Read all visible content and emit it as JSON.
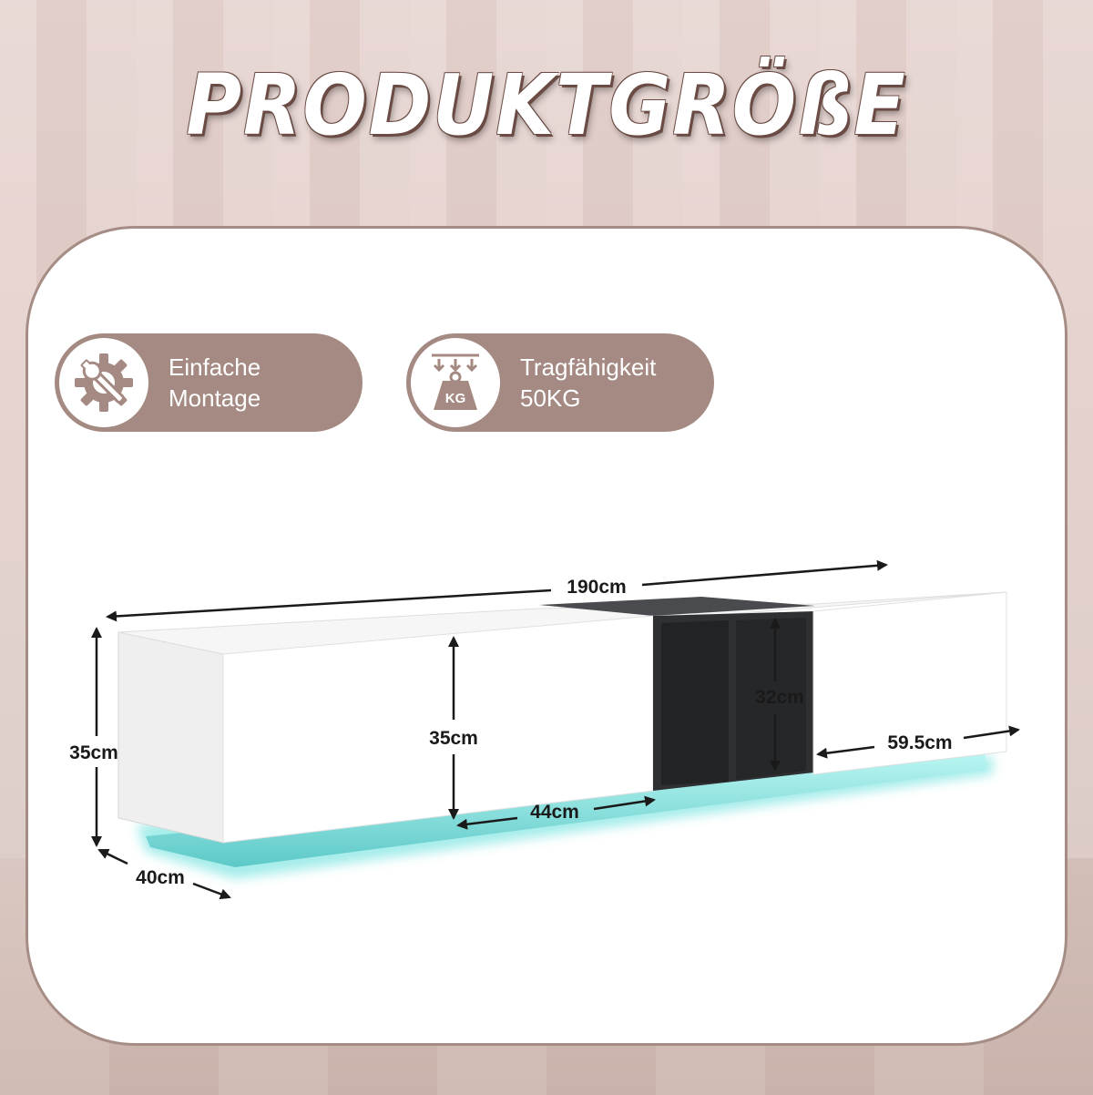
{
  "title": "PRODUKTGRÖßE",
  "features": [
    {
      "icon": "gear-wrench-icon",
      "line1": "Einfache",
      "line2": "Montage"
    },
    {
      "icon": "weight-kg-icon",
      "line1": "Tragfähigkeit",
      "line2": "50KG",
      "badge_text": "KG"
    }
  ],
  "dimensions": {
    "total_length": "190cm",
    "height": "35cm",
    "inner_height": "35cm",
    "compartment_height": "32cm",
    "drawer_width": "44cm",
    "side_width": "59.5cm",
    "depth": "40cm"
  },
  "colors": {
    "brand": "#a48a82",
    "led": "#7fe3e0",
    "compartment": "#2f3032"
  }
}
